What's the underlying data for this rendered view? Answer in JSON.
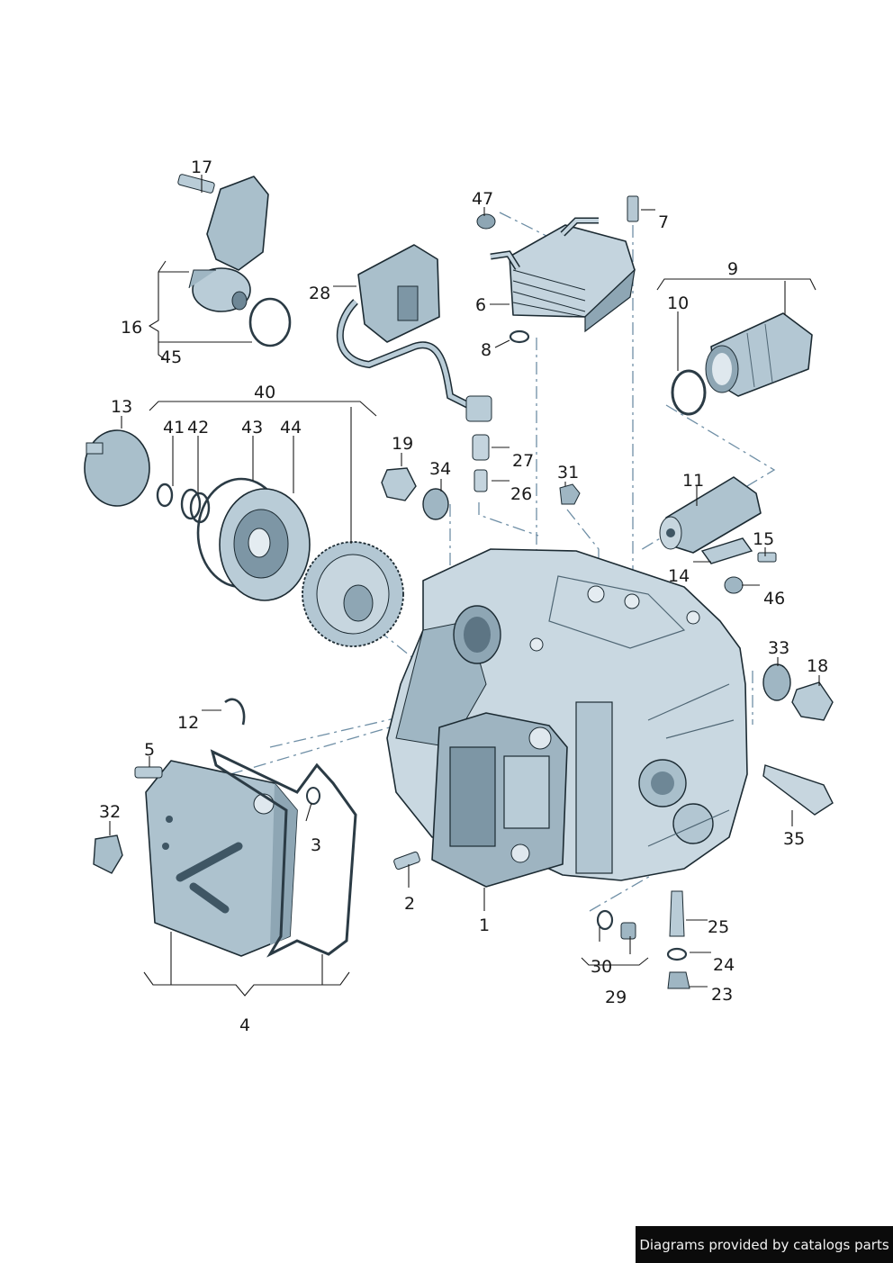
{
  "callouts": {
    "c1": "1",
    "c2": "2",
    "c3": "3",
    "c4": "4",
    "c5": "5",
    "c6": "6",
    "c7": "7",
    "c8": "8",
    "c9": "9",
    "c10": "10",
    "c11": "11",
    "c12": "12",
    "c13": "13",
    "c14": "14",
    "c15": "15",
    "c16": "16",
    "c17": "17",
    "c18": "18",
    "c19": "19",
    "c23": "23",
    "c24": "24",
    "c25": "25",
    "c26": "26",
    "c27": "27",
    "c28": "28",
    "c29": "29",
    "c30": "30",
    "c31": "31",
    "c32": "32",
    "c33": "33",
    "c34": "34",
    "c35": "35",
    "c40": "40",
    "c41": "41",
    "c42": "42",
    "c43": "43",
    "c44": "44",
    "c45": "45",
    "c46": "46",
    "c47": "47"
  },
  "footer": {
    "credit": "Diagrams provided by catalogs parts"
  },
  "colors": {
    "part_fill": "#c7d6df",
    "part_shade": "#8ea6b4",
    "part_dark": "#5d7584",
    "outline": "#1c2b33",
    "leader": "#1a1a1a",
    "dash_line": "#6f8fa6",
    "footer_bg": "#0b0b0b",
    "footer_text": "#f2f2f2"
  }
}
